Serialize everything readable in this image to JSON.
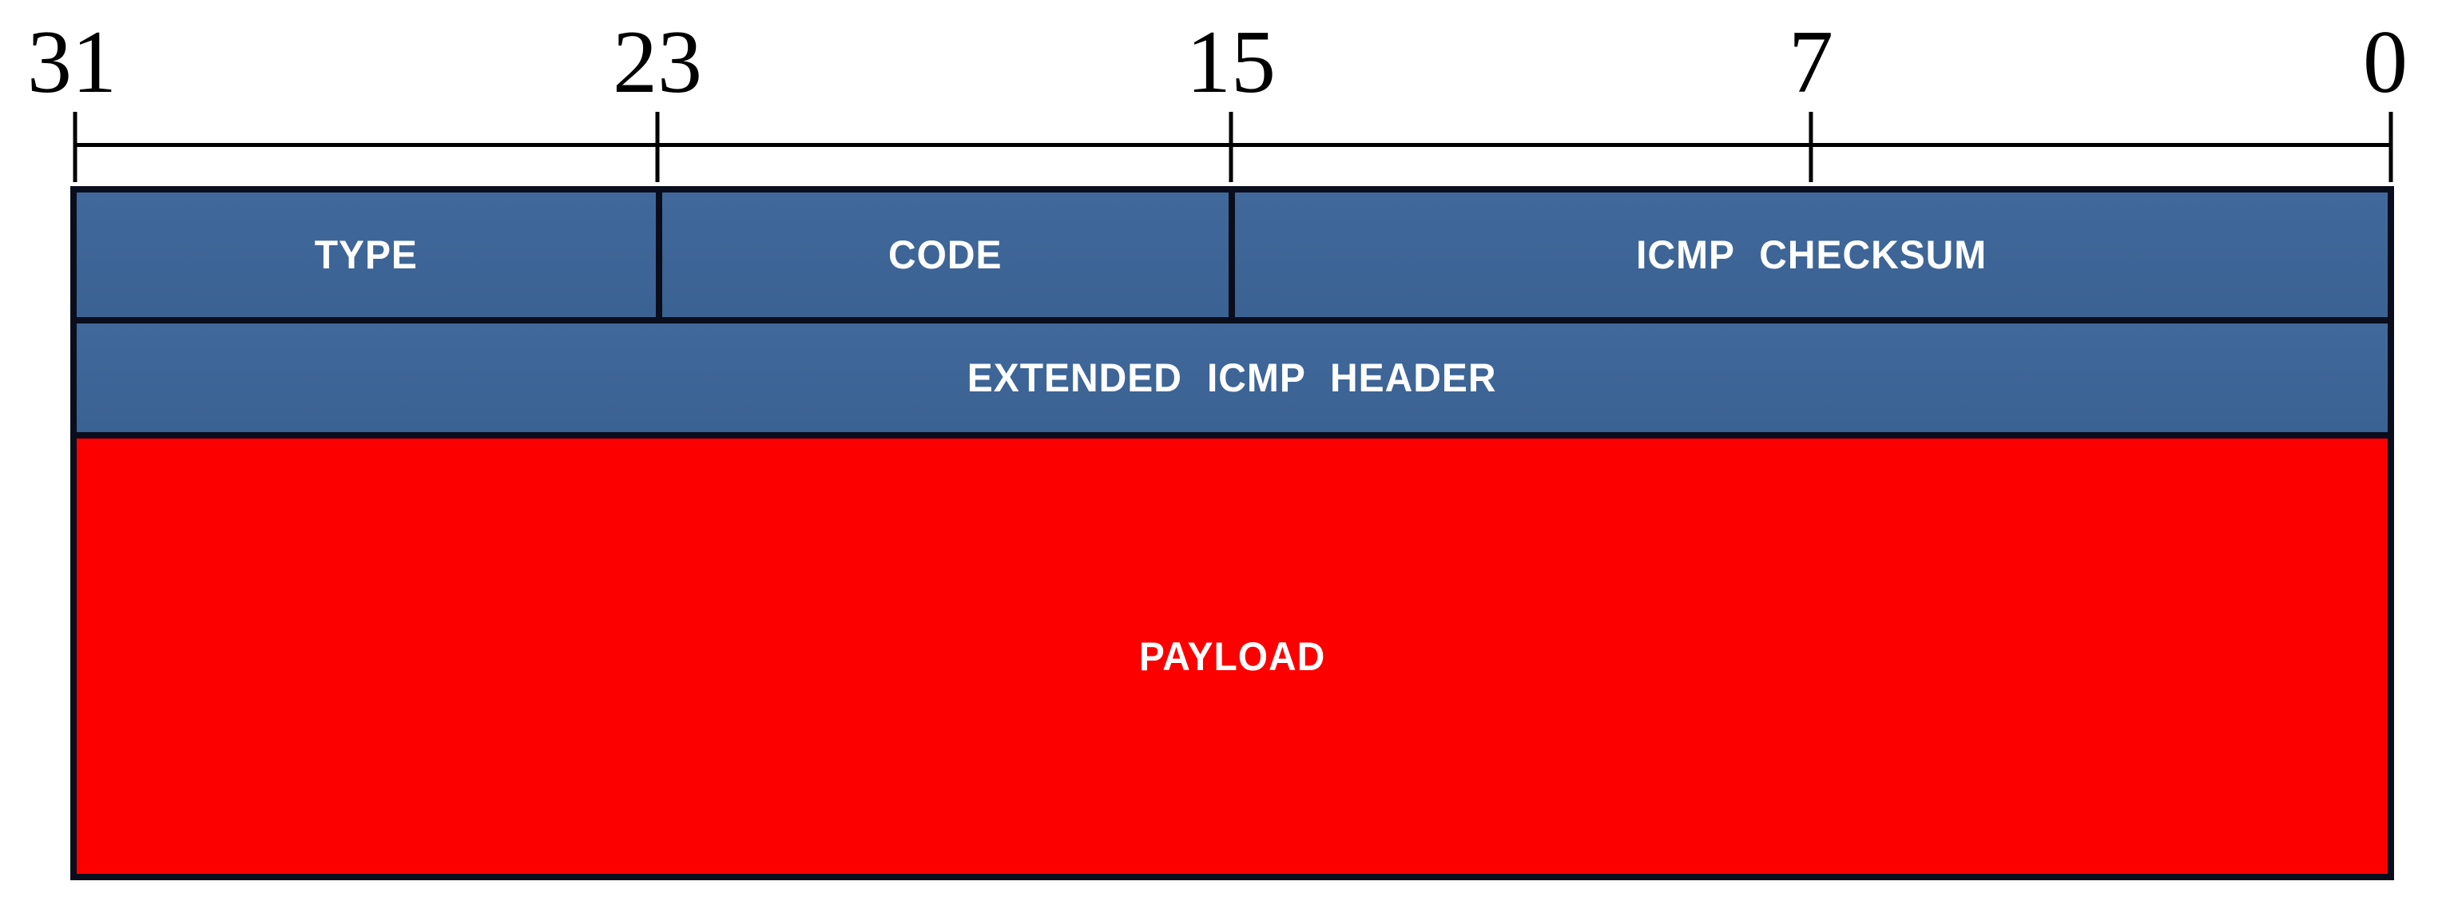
{
  "diagram": {
    "bit_scale": {
      "labels": [
        "31",
        "23",
        "15",
        "7",
        "0"
      ]
    },
    "rows": [
      {
        "cells": [
          {
            "label": "TYPE"
          },
          {
            "label": "CODE"
          },
          {
            "label": "ICMP CHECKSUM"
          }
        ]
      },
      {
        "cells": [
          {
            "label": "EXTENDED ICMP HEADER"
          }
        ]
      },
      {
        "cells": [
          {
            "label": "PAYLOAD"
          }
        ]
      }
    ],
    "colors": {
      "header_fill": "#3a6292",
      "header_fill_top": "#41689b",
      "payload_fill": "#fc0000",
      "border": "#0a0e1c",
      "label_text": "#ffffff",
      "scale_text": "#000000"
    }
  }
}
